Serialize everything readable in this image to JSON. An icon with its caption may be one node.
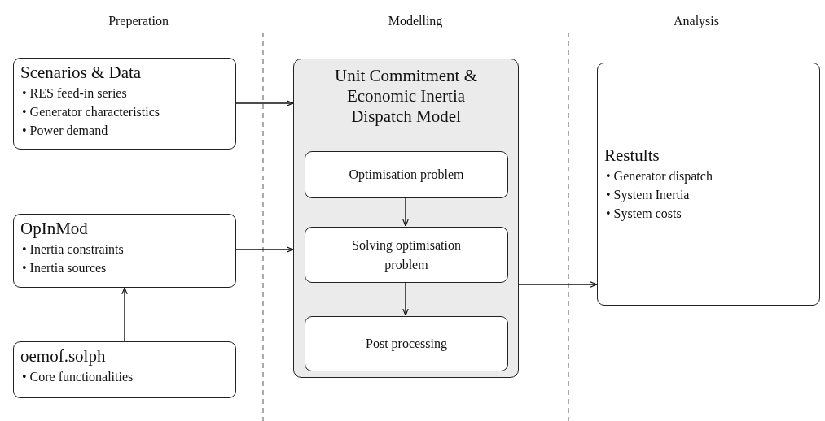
{
  "diagram": {
    "nodes": [
      {
        "text": [
          "Scenarios & Data",
          "• RES feed-in series",
          "• Generator characteristics",
          "• Power demand"
        ]
      },
      {
        "text": [
          "OpInMod",
          "• Inertia constraints",
          "• Inertia sources"
        ]
      },
      {
        "text": [
          "oemof.solph",
          "• Core functionalities"
        ]
      },
      {
        "text": [
          "Unit Commitment & Economic Inertia Dispatch Model"
        ]
      },
      {
        "text": [
          "Optimisation problem"
        ],
        "in": 3
      },
      {
        "text": [
          "Solving optimisation problem"
        ],
        "in": 3
      },
      {
        "text": [
          "Post processing"
        ],
        "in": 3
      },
      {
        "text": [
          "Restults",
          "• Generator dispatch",
          "• System Inertia",
          "• System costs"
        ]
      }
    ],
    "edges": [
      {
        "from": 0,
        "to": 3,
        "arrow": "to"
      },
      {
        "from": 1,
        "to": 3,
        "arrow": "to"
      },
      {
        "from": 2,
        "to": 1,
        "arrow": "to"
      },
      {
        "from": 4,
        "to": 5,
        "arrow": "to"
      },
      {
        "from": 5,
        "to": 6,
        "arrow": "to"
      },
      {
        "from": 3,
        "to": 7,
        "arrow": "to"
      }
    ],
    "labels": [
      "Preperation",
      "Modelling",
      "Analysis"
    ]
  }
}
